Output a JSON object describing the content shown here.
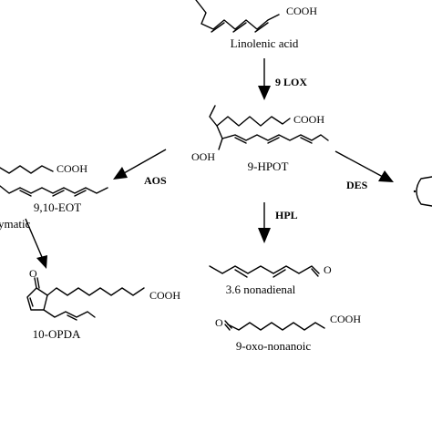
{
  "compounds": {
    "linolenic": {
      "name": "Linolenic acid",
      "group": "COOH"
    },
    "hpot": {
      "name": "9-HPOT",
      "group": "COOH",
      "hydroperoxy": "OOH"
    },
    "eot": {
      "name": "9,10-EOT",
      "group": "COOH"
    },
    "opda": {
      "name": "10-OPDA",
      "group": "COOH",
      "oxo": "O"
    },
    "nonadienal": {
      "name": "3.6 nonadienal",
      "oxo": "O"
    },
    "oxononanoic": {
      "name": "9-oxo-nonanoic",
      "group": "COOH",
      "oxo": "O"
    }
  },
  "enzymes": {
    "lox": "9 LOX",
    "aos": "AOS",
    "hpl": "HPL",
    "des": "DES"
  },
  "fragments": {
    "nonenzymatic": "ymatic"
  }
}
